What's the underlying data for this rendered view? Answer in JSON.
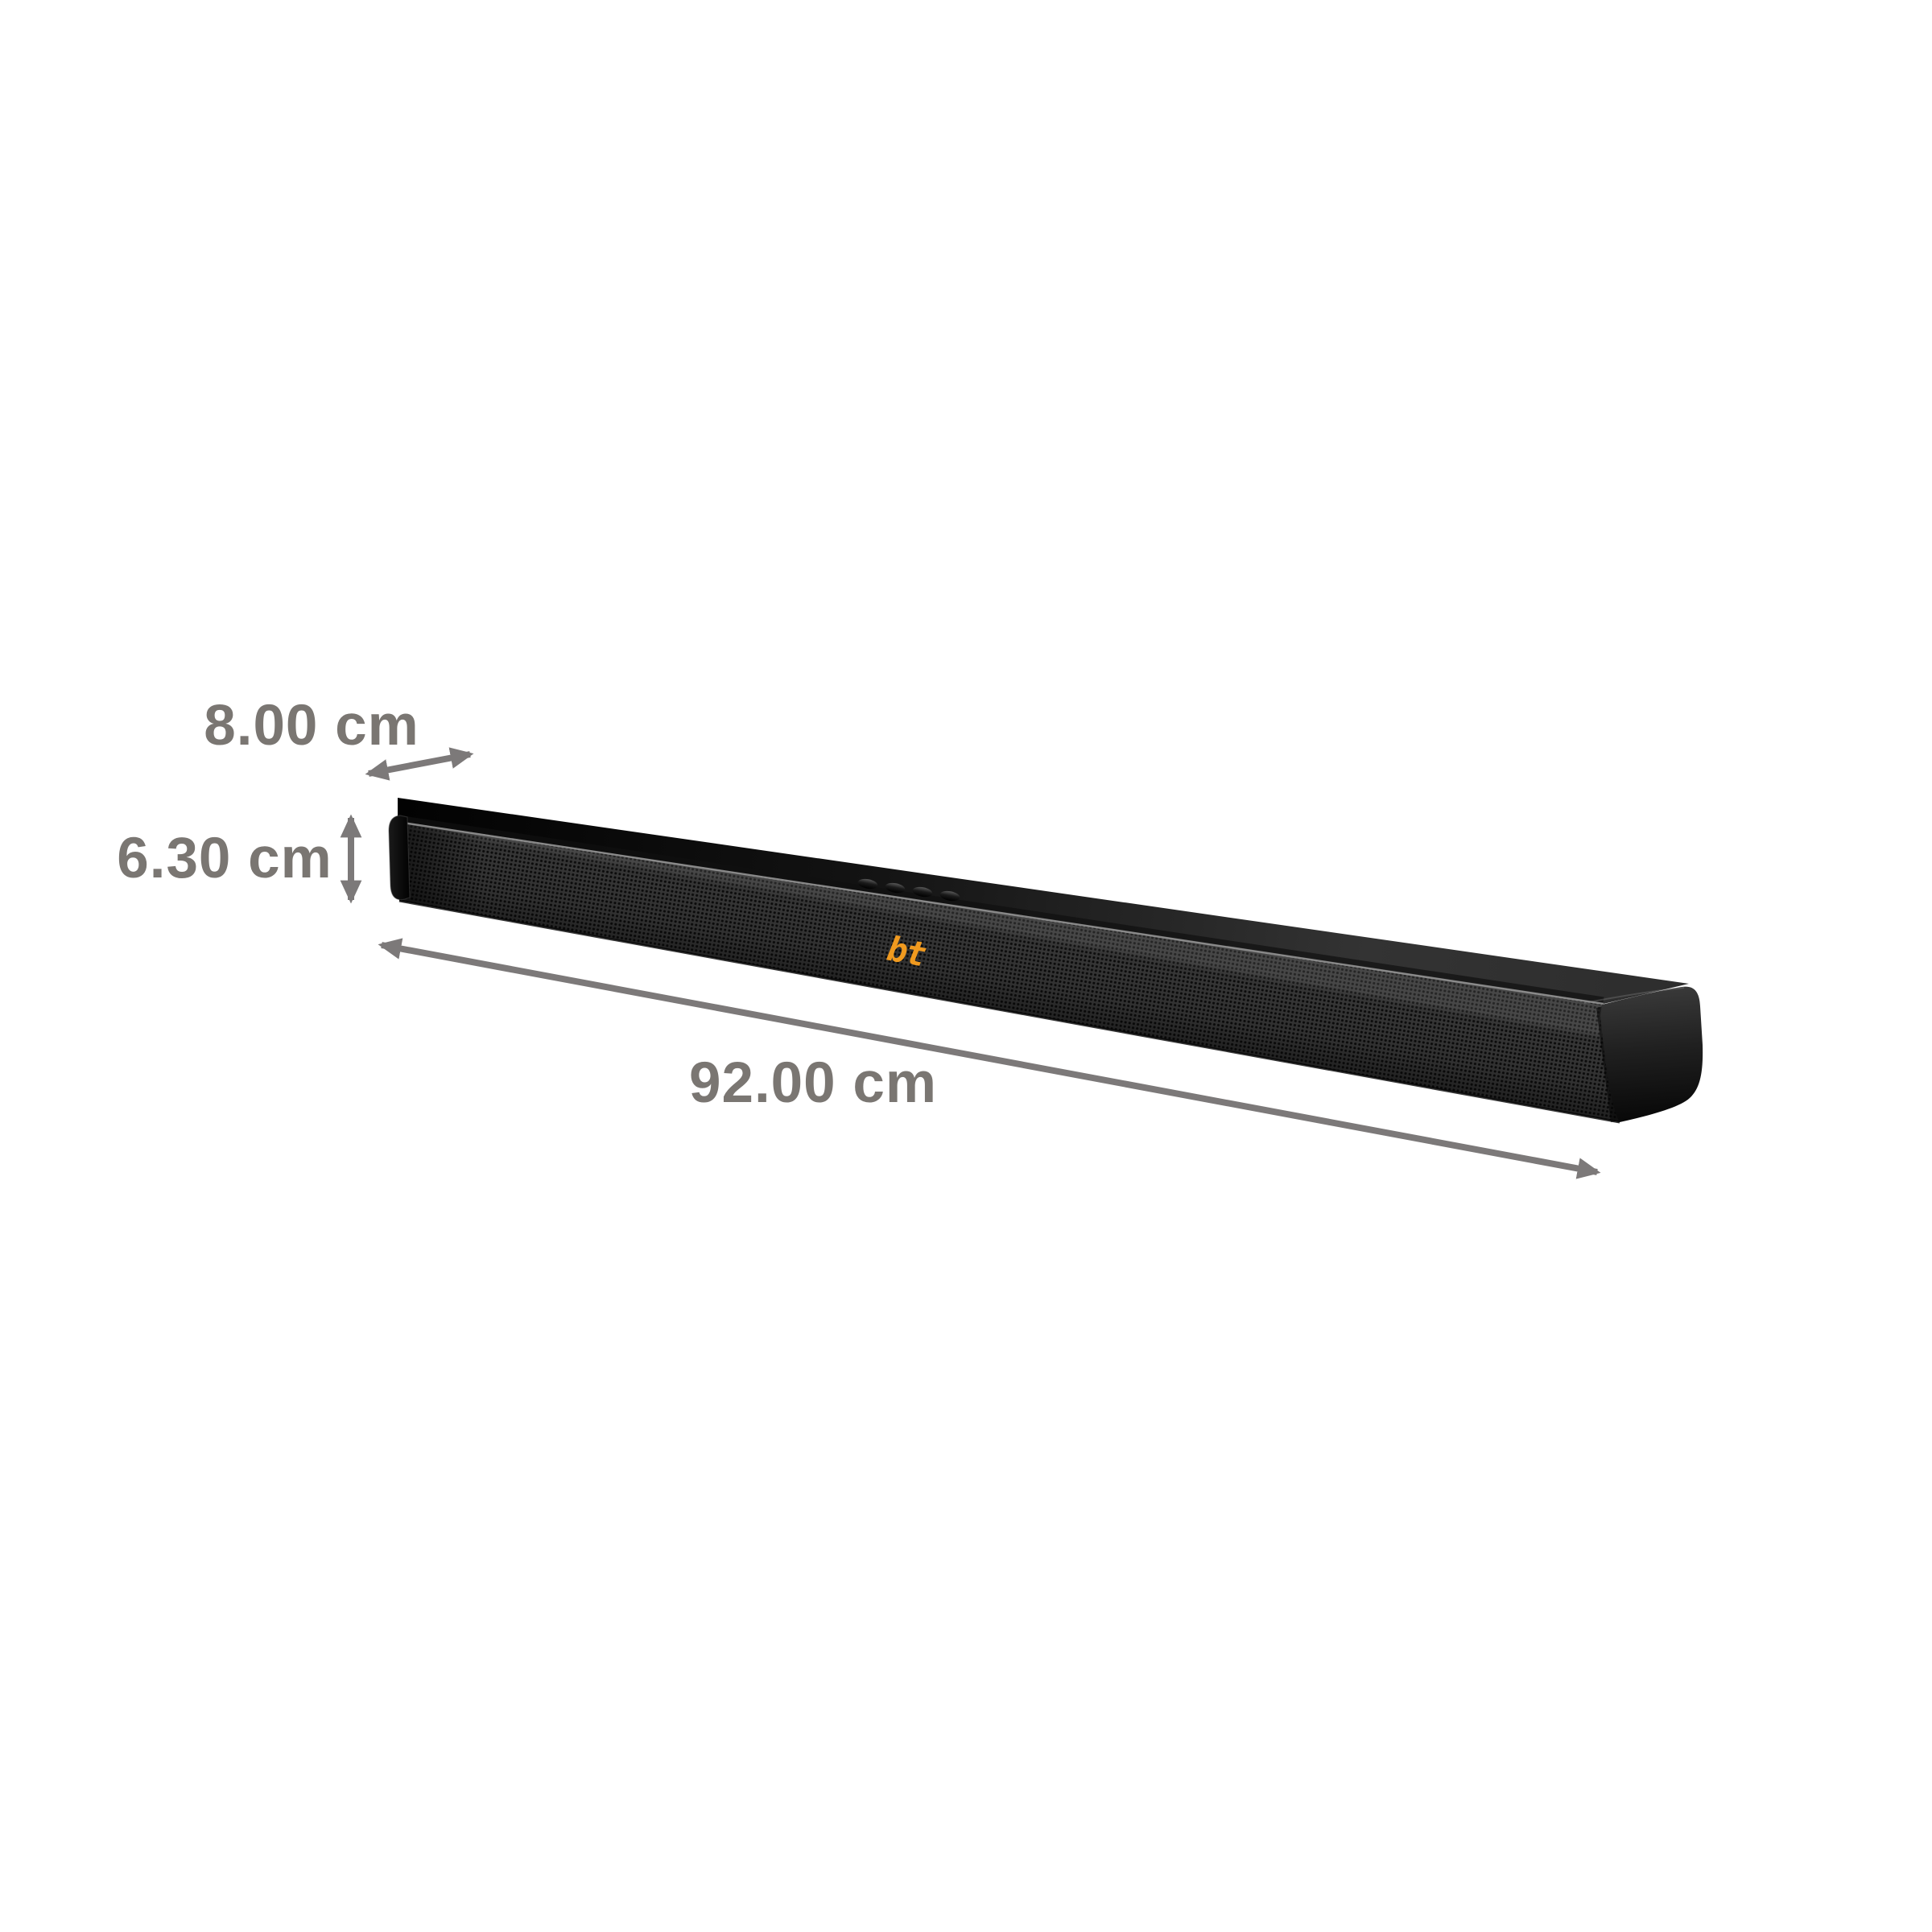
{
  "canvas": {
    "background_color": "#FFFFFF"
  },
  "product": {
    "type": "soundbar",
    "display": {
      "text": "bt",
      "color": "#F09A1F"
    },
    "control_buttons_count": 4,
    "body_color": "#1A1A1A"
  },
  "dimensions": {
    "depth": {
      "label": "8.00 cm"
    },
    "height": {
      "label": "6.30 cm"
    },
    "length": {
      "label": "92.00 cm"
    }
  },
  "style": {
    "label_color": "#7A7672",
    "arrow_color": "#7C7979"
  }
}
